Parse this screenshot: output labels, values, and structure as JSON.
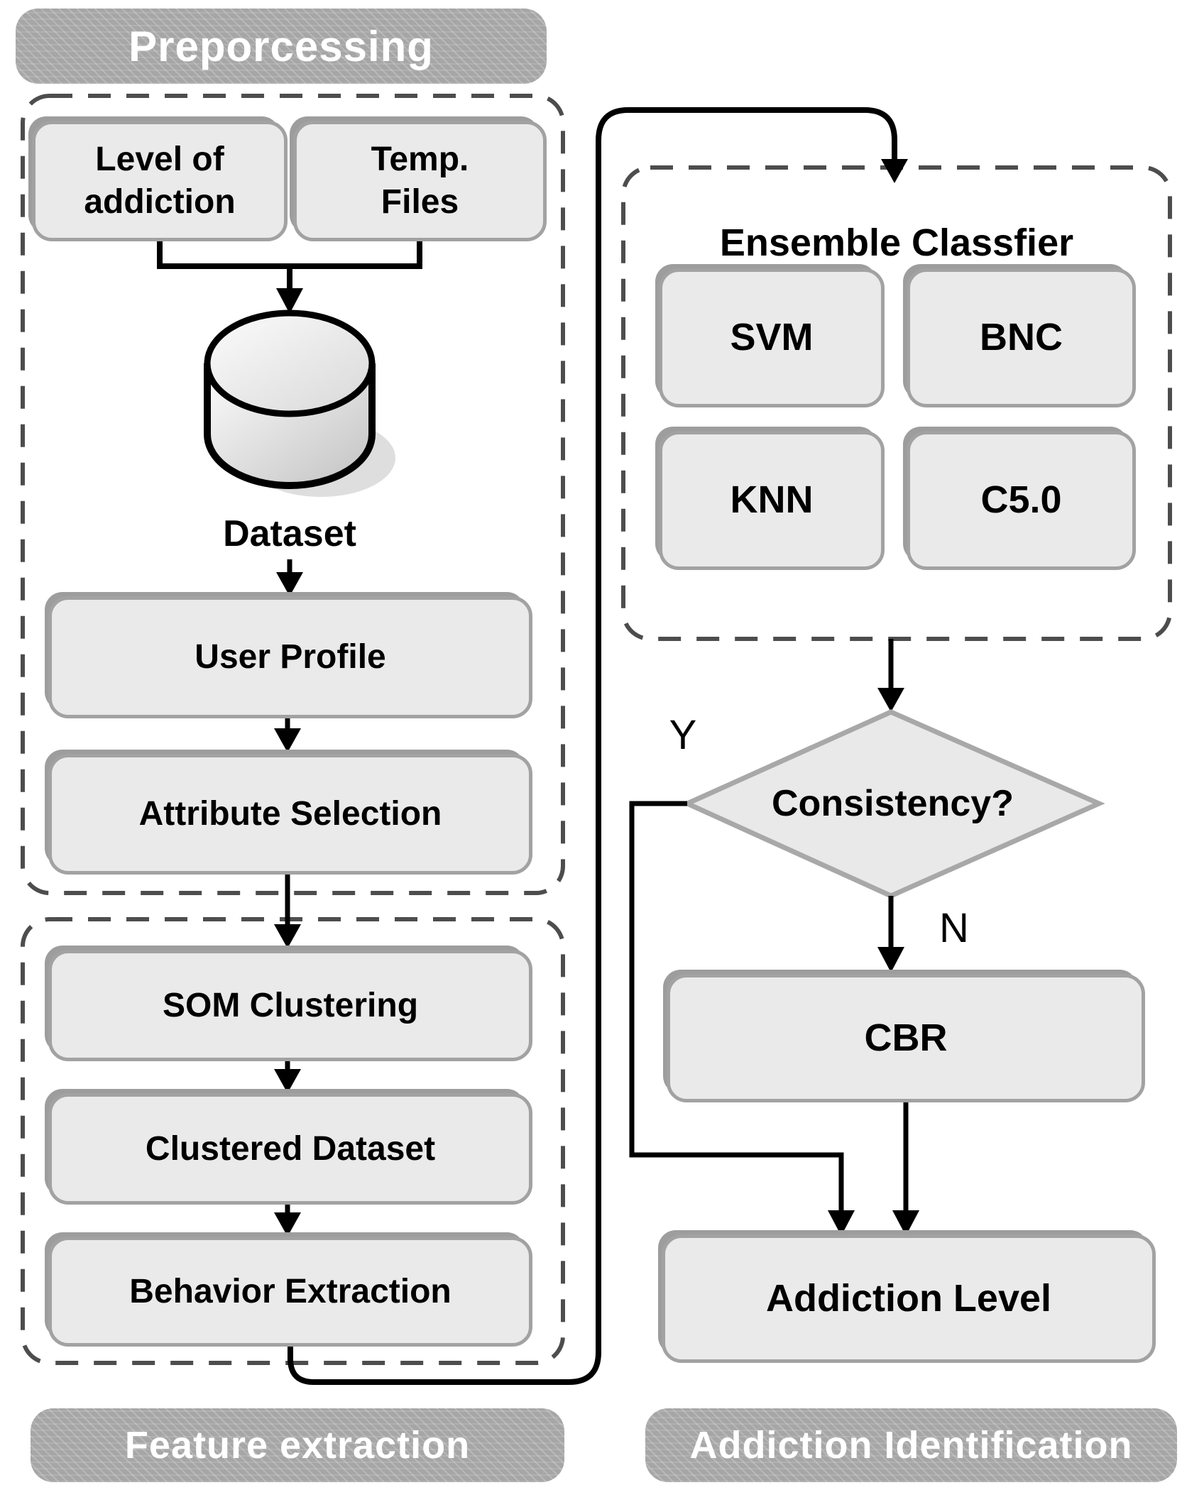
{
  "section_headers": {
    "preprocessing": "Preporcessing",
    "feature_extraction": "Feature extraction",
    "addiction_identification": "Addiction Identification"
  },
  "nodes": {
    "level_of_addiction": {
      "lines": [
        "Level of",
        "addiction"
      ]
    },
    "temp_files": {
      "lines": [
        "Temp.",
        "Files"
      ]
    },
    "dataset": {
      "label": "Dataset"
    },
    "user_profile": {
      "label": "User Profile"
    },
    "attribute_selection": {
      "label": "Attribute Selection"
    },
    "som_clustering": {
      "label": "SOM Clustering"
    },
    "clustered_dataset": {
      "label": "Clustered Dataset"
    },
    "behavior_extraction": {
      "label": "Behavior Extraction"
    },
    "ensemble_classifier_group": {
      "label": "Ensemble Classfier"
    },
    "svm": {
      "label": "SVM"
    },
    "bnc": {
      "label": "BNC"
    },
    "knn": {
      "label": "KNN"
    },
    "c5_0": {
      "label": "C5.0"
    },
    "consistency_decision": {
      "label": "Consistency?"
    },
    "cbr": {
      "label": "CBR"
    },
    "addiction_level": {
      "label": "Addiction Level"
    }
  },
  "branch_labels": {
    "yes": "Y",
    "no": "N"
  },
  "colors": {
    "section_header_bg": "#a6a6a6",
    "section_header_text": "#ffffff",
    "node_fill": "#eaeaea",
    "node_border": "#a2a2a2",
    "dashed_container_border": "#4d4d4d",
    "connector_line": "#000000",
    "diamond_border": "#a8a8a8",
    "text": "#000000"
  }
}
